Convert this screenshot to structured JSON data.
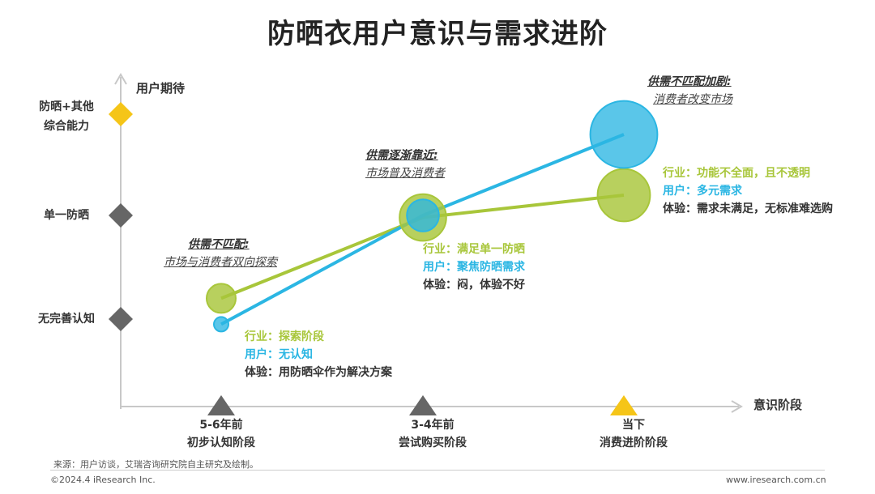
{
  "title": "防晒衣用户意识与需求进阶",
  "y_axis": {
    "label": "用户期待",
    "levels": [
      {
        "line1": "防晒+其他",
        "line2": "综合能力",
        "color": "#f5c518"
      },
      {
        "line1": "单一防晒",
        "line2": "",
        "color": "#666666"
      },
      {
        "line1": "无完善认知",
        "line2": "",
        "color": "#666666"
      }
    ]
  },
  "x_axis": {
    "label": "意识阶段",
    "stages": [
      {
        "line1": "5-6年前",
        "line2": "初步认知阶段",
        "color": "#666666"
      },
      {
        "line1": "3-4年前",
        "line2": "尝试购买阶段",
        "color": "#666666"
      },
      {
        "line1": "当下",
        "line2": "消费进阶阶段",
        "color": "#f5c518"
      }
    ]
  },
  "phases": [
    {
      "title": "供需不匹配:",
      "subtitle": "市场与消费者双向探索"
    },
    {
      "title": "供需逐渐靠近:",
      "subtitle": "市场普及消费者"
    },
    {
      "title": "供需不匹配加剧:",
      "subtitle": "消费者改变市场"
    }
  ],
  "descriptions": [
    {
      "industry": "行业：探索阶段",
      "user": "用户：无认知",
      "experience": "体验：用防晒伞作为解决方案"
    },
    {
      "industry": "行业：满足单一防晒",
      "user": "用户：聚焦防晒需求",
      "experience": "体验：闷，体验不好"
    },
    {
      "industry": "行业：功能不全面，且不透明",
      "user": "用户：多元需求",
      "experience": "体验：需求未满足，无标准难选购"
    }
  ],
  "colors": {
    "industry": "#a8c63a",
    "user": "#2bb6e3",
    "accent": "#f5c518",
    "neutral": "#666666"
  },
  "chart_data": {
    "type": "scatter",
    "title": "防晒衣用户意识与需求进阶",
    "xlabel": "意识阶段",
    "ylabel": "用户期待",
    "x_categories": [
      "5-6年前",
      "3-4年前",
      "当下"
    ],
    "y_categories": [
      "无完善认知",
      "单一防晒",
      "防晒+其他综合能力"
    ],
    "series": [
      {
        "color": "#a8c63a",
        "points": [
          {
            "x": "5-6年前",
            "y": 0.2,
            "size": 1.0
          },
          {
            "x": "3-4年前",
            "y": 0.98,
            "size": 1.6
          },
          {
            "x": "当下",
            "y": 1.2,
            "size": 1.8
          }
        ]
      },
      {
        "color": "#2bb6e3",
        "points": [
          {
            "x": "5-6年前",
            "y": -0.05,
            "size": 0.5
          },
          {
            "x": "3-4年前",
            "y": 1.0,
            "size": 1.1
          },
          {
            "x": "当下",
            "y": 1.8,
            "size": 2.3
          }
        ]
      }
    ]
  },
  "footer": {
    "source": "来源：用户访谈，艾瑞咨询研究院自主研究及绘制。",
    "copyright": "©2024.4 iResearch Inc.",
    "website": "www.iresearch.com.cn"
  }
}
